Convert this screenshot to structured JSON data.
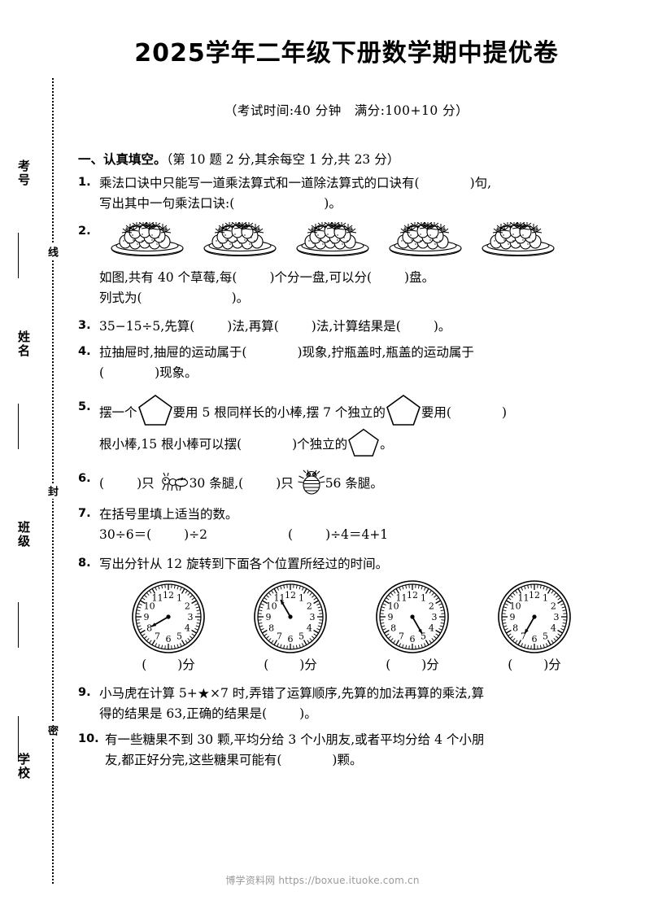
{
  "margin": {
    "labels": [
      {
        "text": "考号"
      },
      {
        "text": "姓名"
      },
      {
        "text": "班级"
      },
      {
        "text": "学校"
      }
    ],
    "seal_chars": [
      {
        "text": "线"
      },
      {
        "text": "封"
      },
      {
        "text": "密"
      }
    ]
  },
  "header": {
    "title": "2025学年二年级下册数学期中提优卷",
    "subtitle": "（考试时间:40 分钟　满分:100+10 分）"
  },
  "section": {
    "index": "一、",
    "name": "认真填空。",
    "scoring": "（第 10 题 2 分,其余每空 1 分,共 23 分）"
  },
  "questions": [
    {
      "num": "1.",
      "line1_a": "乘法口诀中只能写一道乘法算式和一道除法算式的口诀有(",
      "line1_b": ")句,",
      "line2_a": "写出其中一句乘法口诀:(",
      "line2_b": ")。"
    },
    {
      "num": "2.",
      "line1_a": "如图,共有 40 个草莓,每(",
      "line1_b": ")个分一盘,可以分(",
      "line1_c": ")盘。",
      "line2_a": "列式为(",
      "line2_b": ")。",
      "plate_count": 5
    },
    {
      "num": "3.",
      "text_a": "35−15÷5,先算(",
      "text_b": ")法,再算(",
      "text_c": ")法,计算结果是(",
      "text_d": ")。"
    },
    {
      "num": "4.",
      "line1_a": "拉抽屉时,抽屉的运动属于(",
      "line1_b": ")现象,拧瓶盖时,瓶盖的运动属于",
      "line2_a": "(",
      "line2_b": ")现象。"
    },
    {
      "num": "5.",
      "line1_a": "摆一个",
      "line1_b": "要用 5 根同样长的小棒,摆 7 个独立的",
      "line1_c": "要用(",
      "line1_d": ")",
      "line2_a": "根小棒,15 根小棒可以摆(",
      "line2_b": ")个独立的",
      "line2_c": "。"
    },
    {
      "num": "6.",
      "text_a": "(",
      "text_b": ")只",
      "text_c": "30 条腿,(",
      "text_d": ")只",
      "text_e": "56 条腿。"
    },
    {
      "num": "7.",
      "line1": "在括号里填上适当的数。",
      "eq1_a": "30÷6＝(",
      "eq1_b": ")÷2",
      "eq2_a": "(",
      "eq2_b": ")÷4＝4+1"
    },
    {
      "num": "8.",
      "line1": "写出分针从 12 旋转到下面各个位置所经过的时间。",
      "clocks": [
        {
          "hand_to": 8,
          "label_a": "(",
          "label_b": ")分"
        },
        {
          "hand_to": 11,
          "label_a": "(",
          "label_b": ")分"
        },
        {
          "hand_to": 5,
          "label_a": "(",
          "label_b": ")分"
        },
        {
          "hand_to": 7,
          "label_a": "(",
          "label_b": ")分"
        }
      ],
      "clock_numerals": [
        "12",
        "1",
        "2",
        "3",
        "4",
        "5",
        "6",
        "7",
        "8",
        "9",
        "10",
        "11"
      ]
    },
    {
      "num": "9.",
      "line1_a": "小马虎在计算 5+",
      "star": "★",
      "line1_b": "×7 时,弄错了运算顺序,先算的加法再算的乘法,算",
      "line2_a": "得的结果是 63,正确的结果是(",
      "line2_b": ")。"
    },
    {
      "num": "10.",
      "line1": "有一些糖果不到 30 颗,平均分给 3 个小朋友,或者平均分给 4 个小朋",
      "line2_a": "友,都正好分完,这些糖果可能有(",
      "line2_b": ")颗。"
    }
  ],
  "footer": {
    "text": "博学资料网 https://boxue.ituoke.com.cn"
  }
}
